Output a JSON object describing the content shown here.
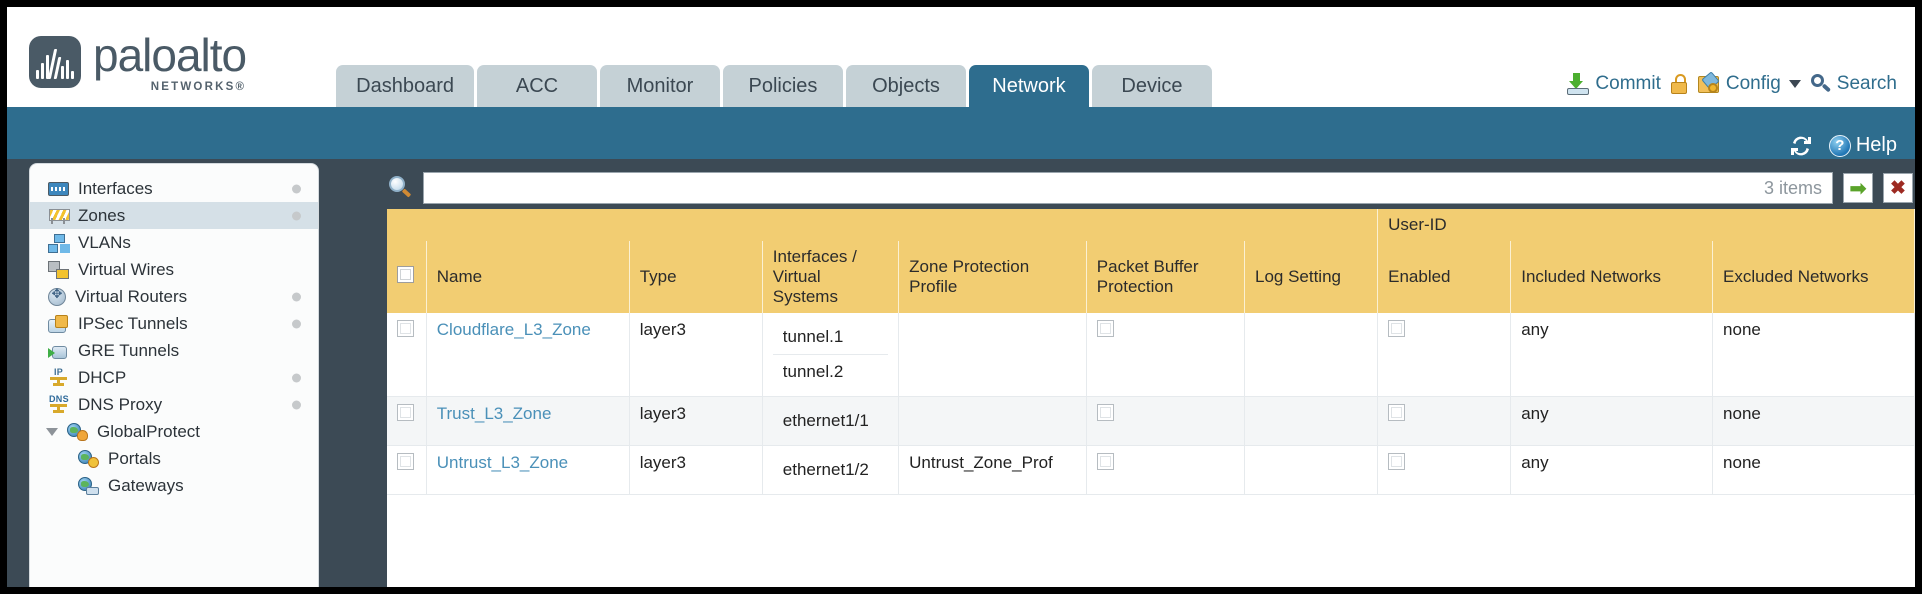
{
  "brand": {
    "name": "paloalto",
    "sub": "NETWORKS®"
  },
  "header": {
    "tabs": [
      {
        "label": "Dashboard",
        "active": false
      },
      {
        "label": "ACC",
        "active": false
      },
      {
        "label": "Monitor",
        "active": false
      },
      {
        "label": "Policies",
        "active": false
      },
      {
        "label": "Objects",
        "active": false
      },
      {
        "label": "Network",
        "active": true
      },
      {
        "label": "Device",
        "active": false
      }
    ],
    "actions": {
      "commit": "Commit",
      "config": "Config",
      "search": "Search"
    }
  },
  "blue_bar": {
    "help": "Help"
  },
  "sidebar": {
    "items": [
      {
        "label": "Interfaces",
        "icon": "interfaces-icon",
        "dot": true,
        "selected": false,
        "level": 0
      },
      {
        "label": "Zones",
        "icon": "zones-icon",
        "dot": true,
        "selected": true,
        "level": 0
      },
      {
        "label": "VLANs",
        "icon": "vlans-icon",
        "dot": false,
        "selected": false,
        "level": 0
      },
      {
        "label": "Virtual Wires",
        "icon": "virtual-wires-icon",
        "dot": false,
        "selected": false,
        "level": 0
      },
      {
        "label": "Virtual Routers",
        "icon": "virtual-routers-icon",
        "dot": true,
        "selected": false,
        "level": 0
      },
      {
        "label": "IPSec Tunnels",
        "icon": "ipsec-tunnels-icon",
        "dot": true,
        "selected": false,
        "level": 0
      },
      {
        "label": "GRE Tunnels",
        "icon": "gre-tunnels-icon",
        "dot": false,
        "selected": false,
        "level": 0
      },
      {
        "label": "DHCP",
        "icon": "dhcp-icon",
        "dot": true,
        "selected": false,
        "level": 0
      },
      {
        "label": "DNS Proxy",
        "icon": "dns-proxy-icon",
        "dot": true,
        "selected": false,
        "level": 0
      },
      {
        "label": "GlobalProtect",
        "icon": "globalprotect-icon",
        "dot": false,
        "selected": false,
        "level": 0,
        "expandable": true
      },
      {
        "label": "Portals",
        "icon": "portals-icon",
        "dot": false,
        "selected": false,
        "level": 1
      },
      {
        "label": "Gateways",
        "icon": "gateways-icon",
        "dot": false,
        "selected": false,
        "level": 1
      }
    ]
  },
  "search": {
    "value": "",
    "placeholder": "",
    "item_count": "3 items",
    "apply_label": "➡",
    "clear_label": "✖"
  },
  "table": {
    "group_header": "User-ID",
    "columns": [
      "Name",
      "Type",
      "Interfaces / Virtual Systems",
      "Zone Protection Profile",
      "Packet Buffer Protection",
      "Log Setting",
      "Enabled",
      "Included Networks",
      "Excluded Networks"
    ],
    "rows": [
      {
        "name": "Cloudflare_L3_Zone",
        "type": "layer3",
        "interfaces": [
          "tunnel.1",
          "tunnel.2"
        ],
        "zone_protection_profile": "",
        "packet_buffer_protection": false,
        "log_setting": "",
        "userid_enabled": false,
        "included_networks": "any",
        "excluded_networks": "none"
      },
      {
        "name": "Trust_L3_Zone",
        "type": "layer3",
        "interfaces": [
          "ethernet1/1"
        ],
        "zone_protection_profile": "",
        "packet_buffer_protection": false,
        "log_setting": "",
        "userid_enabled": false,
        "included_networks": "any",
        "excluded_networks": "none"
      },
      {
        "name": "Untrust_L3_Zone",
        "type": "layer3",
        "interfaces": [
          "ethernet1/2"
        ],
        "zone_protection_profile": "Untrust_Zone_Prof",
        "packet_buffer_protection": false,
        "log_setting": "",
        "userid_enabled": false,
        "included_networks": "any",
        "excluded_networks": "none"
      }
    ]
  },
  "colors": {
    "accent_blue": "#2e6d8e",
    "header_yellow": "#f2cd72",
    "group_yellow": "#e8b94c",
    "body_slate": "#3c4a55",
    "link_blue": "#4a90b8"
  }
}
